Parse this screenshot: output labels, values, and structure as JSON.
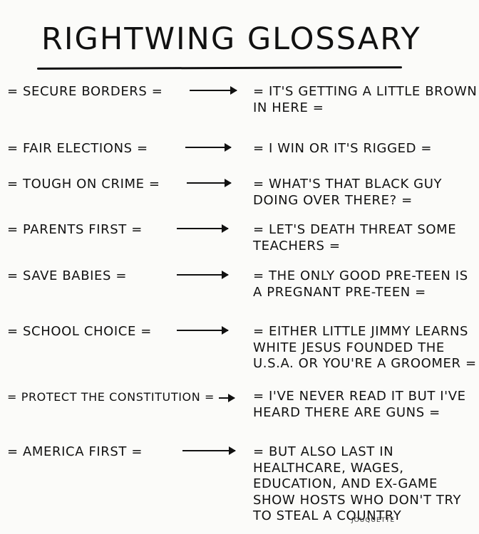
{
  "title": "RIGHTWING GLOSSARY",
  "entries": [
    {
      "term": "= SECURE BORDERS =",
      "meaning": "= IT'S GETTING A LITTLE BROWN IN HERE ="
    },
    {
      "term": "= FAIR ELECTIONS =",
      "meaning": "= I WIN OR IT'S RIGGED ="
    },
    {
      "term": "= TOUGH ON CRIME =",
      "meaning": "= WHAT'S THAT BLACK GUY DOING OVER THERE? ="
    },
    {
      "term": "= PARENTS FIRST =",
      "meaning": "= LET'S DEATH THREAT SOME TEACHERS ="
    },
    {
      "term": "= SAVE BABIES =",
      "meaning": "= THE ONLY GOOD PRE-TEEN IS A PREGNANT PRE-TEEN ="
    },
    {
      "term": "= SCHOOL CHOICE =",
      "meaning": "= EITHER LITTLE JIMMY LEARNS WHITE JESUS FOUNDED THE U.S.A. OR YOU'RE A GROOMER ="
    },
    {
      "term": "= PROTECT THE CONSTITUTION =",
      "meaning": "= I'VE NEVER READ IT BUT I'VE HEARD THERE ARE GUNS ="
    },
    {
      "term": "= AMERICA FIRST =",
      "meaning": "= BUT ALSO LAST IN HEALTHCARE, WAGES, EDUCATION, AND EX-GAME SHOW HOSTS WHO DON'T TRY TO STEAL A COUNTRY"
    }
  ],
  "signature": "JOUQUETTE"
}
